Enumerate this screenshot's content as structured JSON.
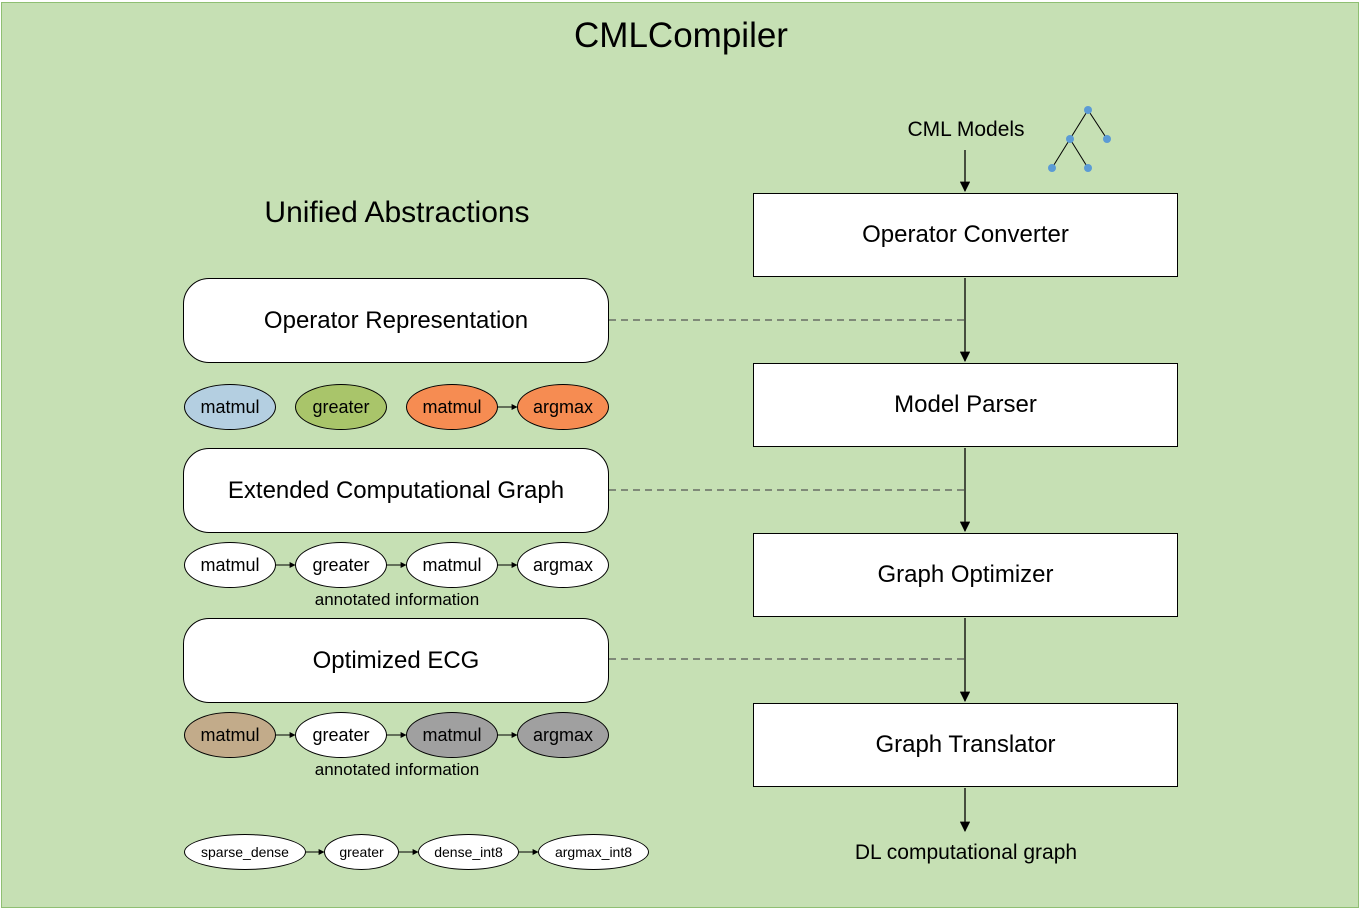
{
  "title": "CMLCompiler",
  "abstractions_title": "Unified Abstractions",
  "input_label": "CML Models",
  "output_label": "DL computational graph",
  "pipeline": [
    {
      "label": "Operator Converter"
    },
    {
      "label": "Model Parser"
    },
    {
      "label": "Graph Optimizer"
    },
    {
      "label": "Graph Translator"
    }
  ],
  "abstractions": [
    {
      "label": "Operator Representation"
    },
    {
      "label": "Extended Computational Graph"
    },
    {
      "label": "Optimized ECG"
    }
  ],
  "operator_rows": {
    "representation": [
      {
        "label": "matmul",
        "color": "#b4cfe1"
      },
      {
        "label": "greater",
        "color": "#a9c56a"
      },
      {
        "label": "matmul",
        "color": "#f68c52"
      },
      {
        "label": "argmax",
        "color": "#f68c52"
      }
    ],
    "ecg": [
      {
        "label": "matmul",
        "color": "#ffffff"
      },
      {
        "label": "greater",
        "color": "#ffffff"
      },
      {
        "label": "matmul",
        "color": "#ffffff"
      },
      {
        "label": "argmax",
        "color": "#ffffff"
      }
    ],
    "optimized": [
      {
        "label": "matmul",
        "color": "#c2ab8a"
      },
      {
        "label": "greater",
        "color": "#ffffff"
      },
      {
        "label": "matmul",
        "color": "#a0a0a0"
      },
      {
        "label": "argmax",
        "color": "#a0a0a0"
      }
    ],
    "final": [
      {
        "label": "sparse_dense",
        "color": "#ffffff"
      },
      {
        "label": "greater",
        "color": "#ffffff"
      },
      {
        "label": "dense_int8",
        "color": "#ffffff"
      },
      {
        "label": "argmax_int8",
        "color": "#ffffff"
      }
    ]
  },
  "annotation_1": "annotated information",
  "annotation_2": "annotated information",
  "colors": {
    "background": "#c6e0b4",
    "tree_node": "#5b9bd5"
  },
  "input_icon": "tree-icon"
}
